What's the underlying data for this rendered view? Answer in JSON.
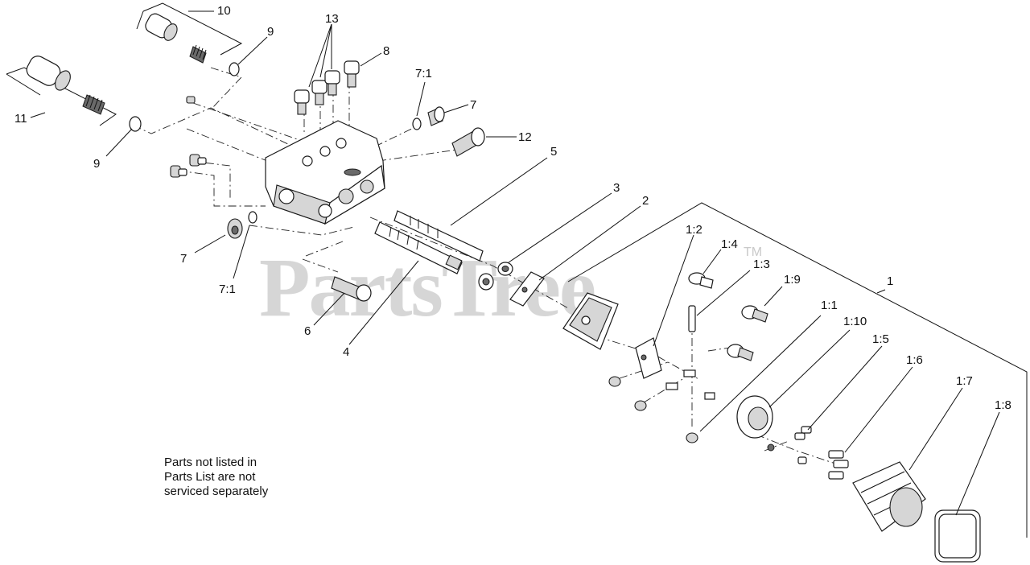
{
  "diagram": {
    "watermark": "PartsTree",
    "watermark_mark": "TM",
    "note": {
      "lines": [
        "Parts not listed in",
        "Parts List are not",
        "serviced separately"
      ]
    },
    "callouts": {
      "c10": "10",
      "c9_top": "9",
      "c13": "13",
      "c8": "8",
      "c7_1_top": "7:1",
      "c7_top": "7",
      "c12": "12",
      "c11": "11",
      "c9_left": "9",
      "c5": "5",
      "c3": "3",
      "c2": "2",
      "c1_2": "1:2",
      "c1_4": "1:4",
      "c1_3": "1:3",
      "c1_9": "1:9",
      "c1": "1",
      "c7_left": "7",
      "c7_1_left": "7:1",
      "c6": "6",
      "c4": "4",
      "c1_1": "1:1",
      "c1_10": "1:10",
      "c1_5": "1:5",
      "c1_6": "1:6",
      "c1_7": "1:7",
      "c1_8": "1:8"
    }
  }
}
